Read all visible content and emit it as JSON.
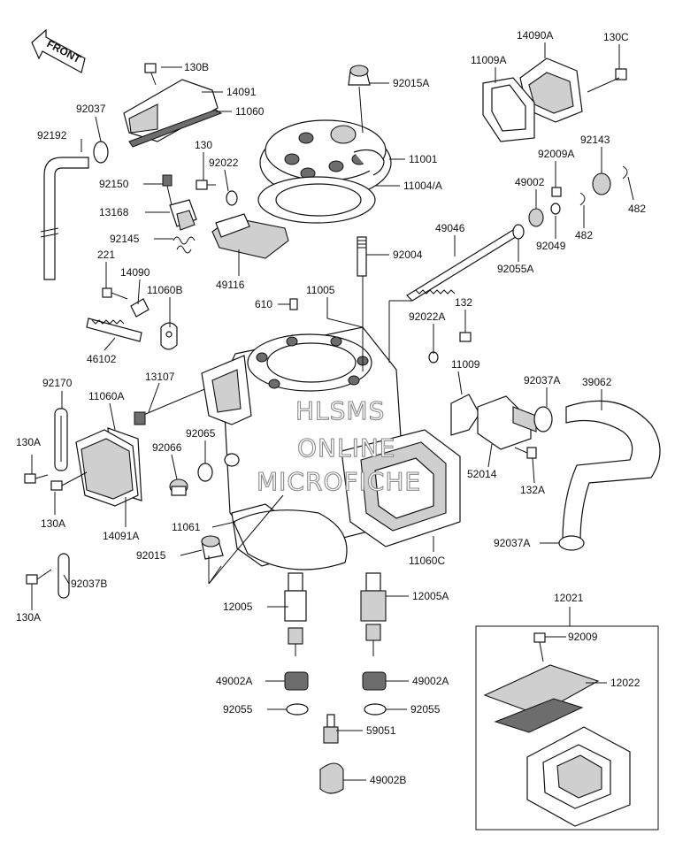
{
  "front_arrow": "FRONT",
  "watermark": [
    "HLSMS",
    "ONLINE",
    "MICROFICHE"
  ],
  "callouts": {
    "p130B": "130B",
    "p14091": "14091",
    "p11060": "11060",
    "p92037": "92037",
    "p92192": "92192",
    "p130": "130",
    "p92022": "92022",
    "p92150": "92150",
    "p13168": "13168",
    "p92145": "92145",
    "p49116": "49116",
    "p221": "221",
    "p14090": "14090",
    "p11060B": "11060B",
    "p610": "610",
    "p11005": "11005",
    "p46102": "46102",
    "p92170": "92170",
    "p11060A": "11060A",
    "p13107": "13107",
    "p130A_1": "130A",
    "p92065": "92065",
    "p92066": "92066",
    "p130A_2": "130A",
    "p14091A": "14091A",
    "p11061": "11061",
    "p92015": "92015",
    "p92037B": "92037B",
    "p130A_3": "130A",
    "p92015A": "92015A",
    "p11001": "11001",
    "p11004A": "11004/A",
    "p92004": "92004",
    "p14090A": "14090A",
    "p130C": "130C",
    "p11009A": "11009A",
    "p92143": "92143",
    "p92009A": "92009A",
    "p49002": "49002",
    "p482_1": "482",
    "p482_2": "482",
    "p92049": "92049",
    "p49046": "49046",
    "p92055A": "92055A",
    "p132": "132",
    "p92022A": "92022A",
    "p11009": "11009",
    "p92037A_1": "92037A",
    "p39062": "39062",
    "p52014": "52014",
    "p132A": "132A",
    "p92037A_2": "92037A",
    "p11060C": "11060C",
    "p12005": "12005",
    "p12005A": "12005A",
    "p49002A_1": "49002A",
    "p49002A_2": "49002A",
    "p92055_1": "92055",
    "p92055_2": "92055",
    "p59051": "59051",
    "p49002B": "49002B",
    "p12021": "12021",
    "p92009": "92009",
    "p12022": "12022"
  }
}
